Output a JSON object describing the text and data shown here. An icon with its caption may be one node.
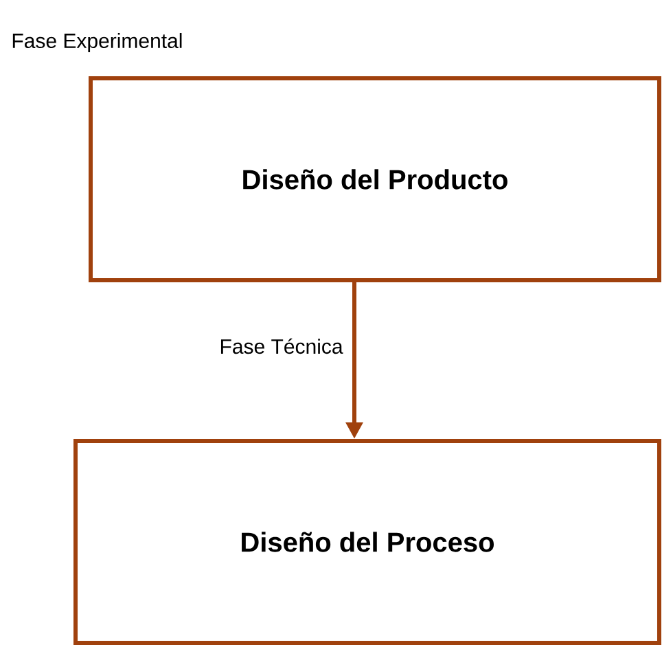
{
  "diagram": {
    "nodes": [
      {
        "text": [
          "Diseño del Producto"
        ]
      },
      {
        "text": [
          "Diseño del Proceso"
        ]
      }
    ],
    "edges": [
      {
        "from": 0,
        "to": 1,
        "arrow": "to",
        "label": "Fase Técnica"
      }
    ],
    "labels": [
      "Fase Experimental"
    ]
  }
}
